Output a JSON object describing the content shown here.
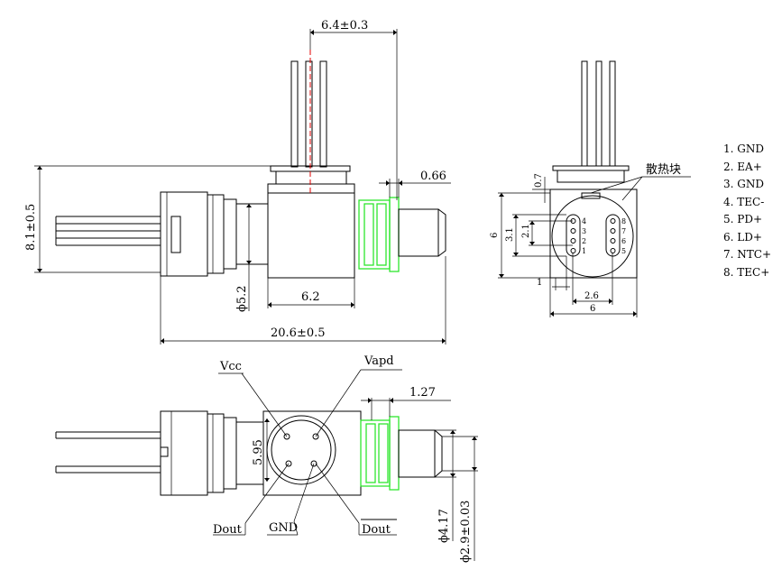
{
  "dimensions": {
    "top_lead_offset": "6.4±0.3",
    "height": "8.1±0.5",
    "flange_gap": "0.66",
    "body_length": "6.2",
    "body_diameter": "ϕ5.2",
    "overall_length": "20.6±0.5",
    "pin_pitch": "1.27",
    "can_size": "5.95",
    "nose_diameter": "ϕ4.17",
    "tip_diameter": "ϕ2.9±0.03"
  },
  "end_view": {
    "heatsink_label": "散热块",
    "dim_top": "0.7",
    "dim_height": "6",
    "dim_pins_outer": "3.1",
    "dim_pins_inner": "2.1",
    "dim_left": "1",
    "dim_spacing": "2.6",
    "dim_width": "6",
    "left_pins": [
      "4",
      "3",
      "2",
      "1"
    ],
    "right_pins": [
      "8",
      "7",
      "6",
      "5"
    ]
  },
  "pin_labels": {
    "vcc": "Vcc",
    "vapd": "Vapd",
    "dout": "Dout",
    "gnd": "GND",
    "dout_bar": "Dout"
  },
  "pin_legend": [
    "1. GND",
    "2. EA+",
    "3. GND",
    "4. TEC-",
    "5. PD+",
    "6. LD+",
    "7. NTC+",
    "8. TEC+"
  ]
}
